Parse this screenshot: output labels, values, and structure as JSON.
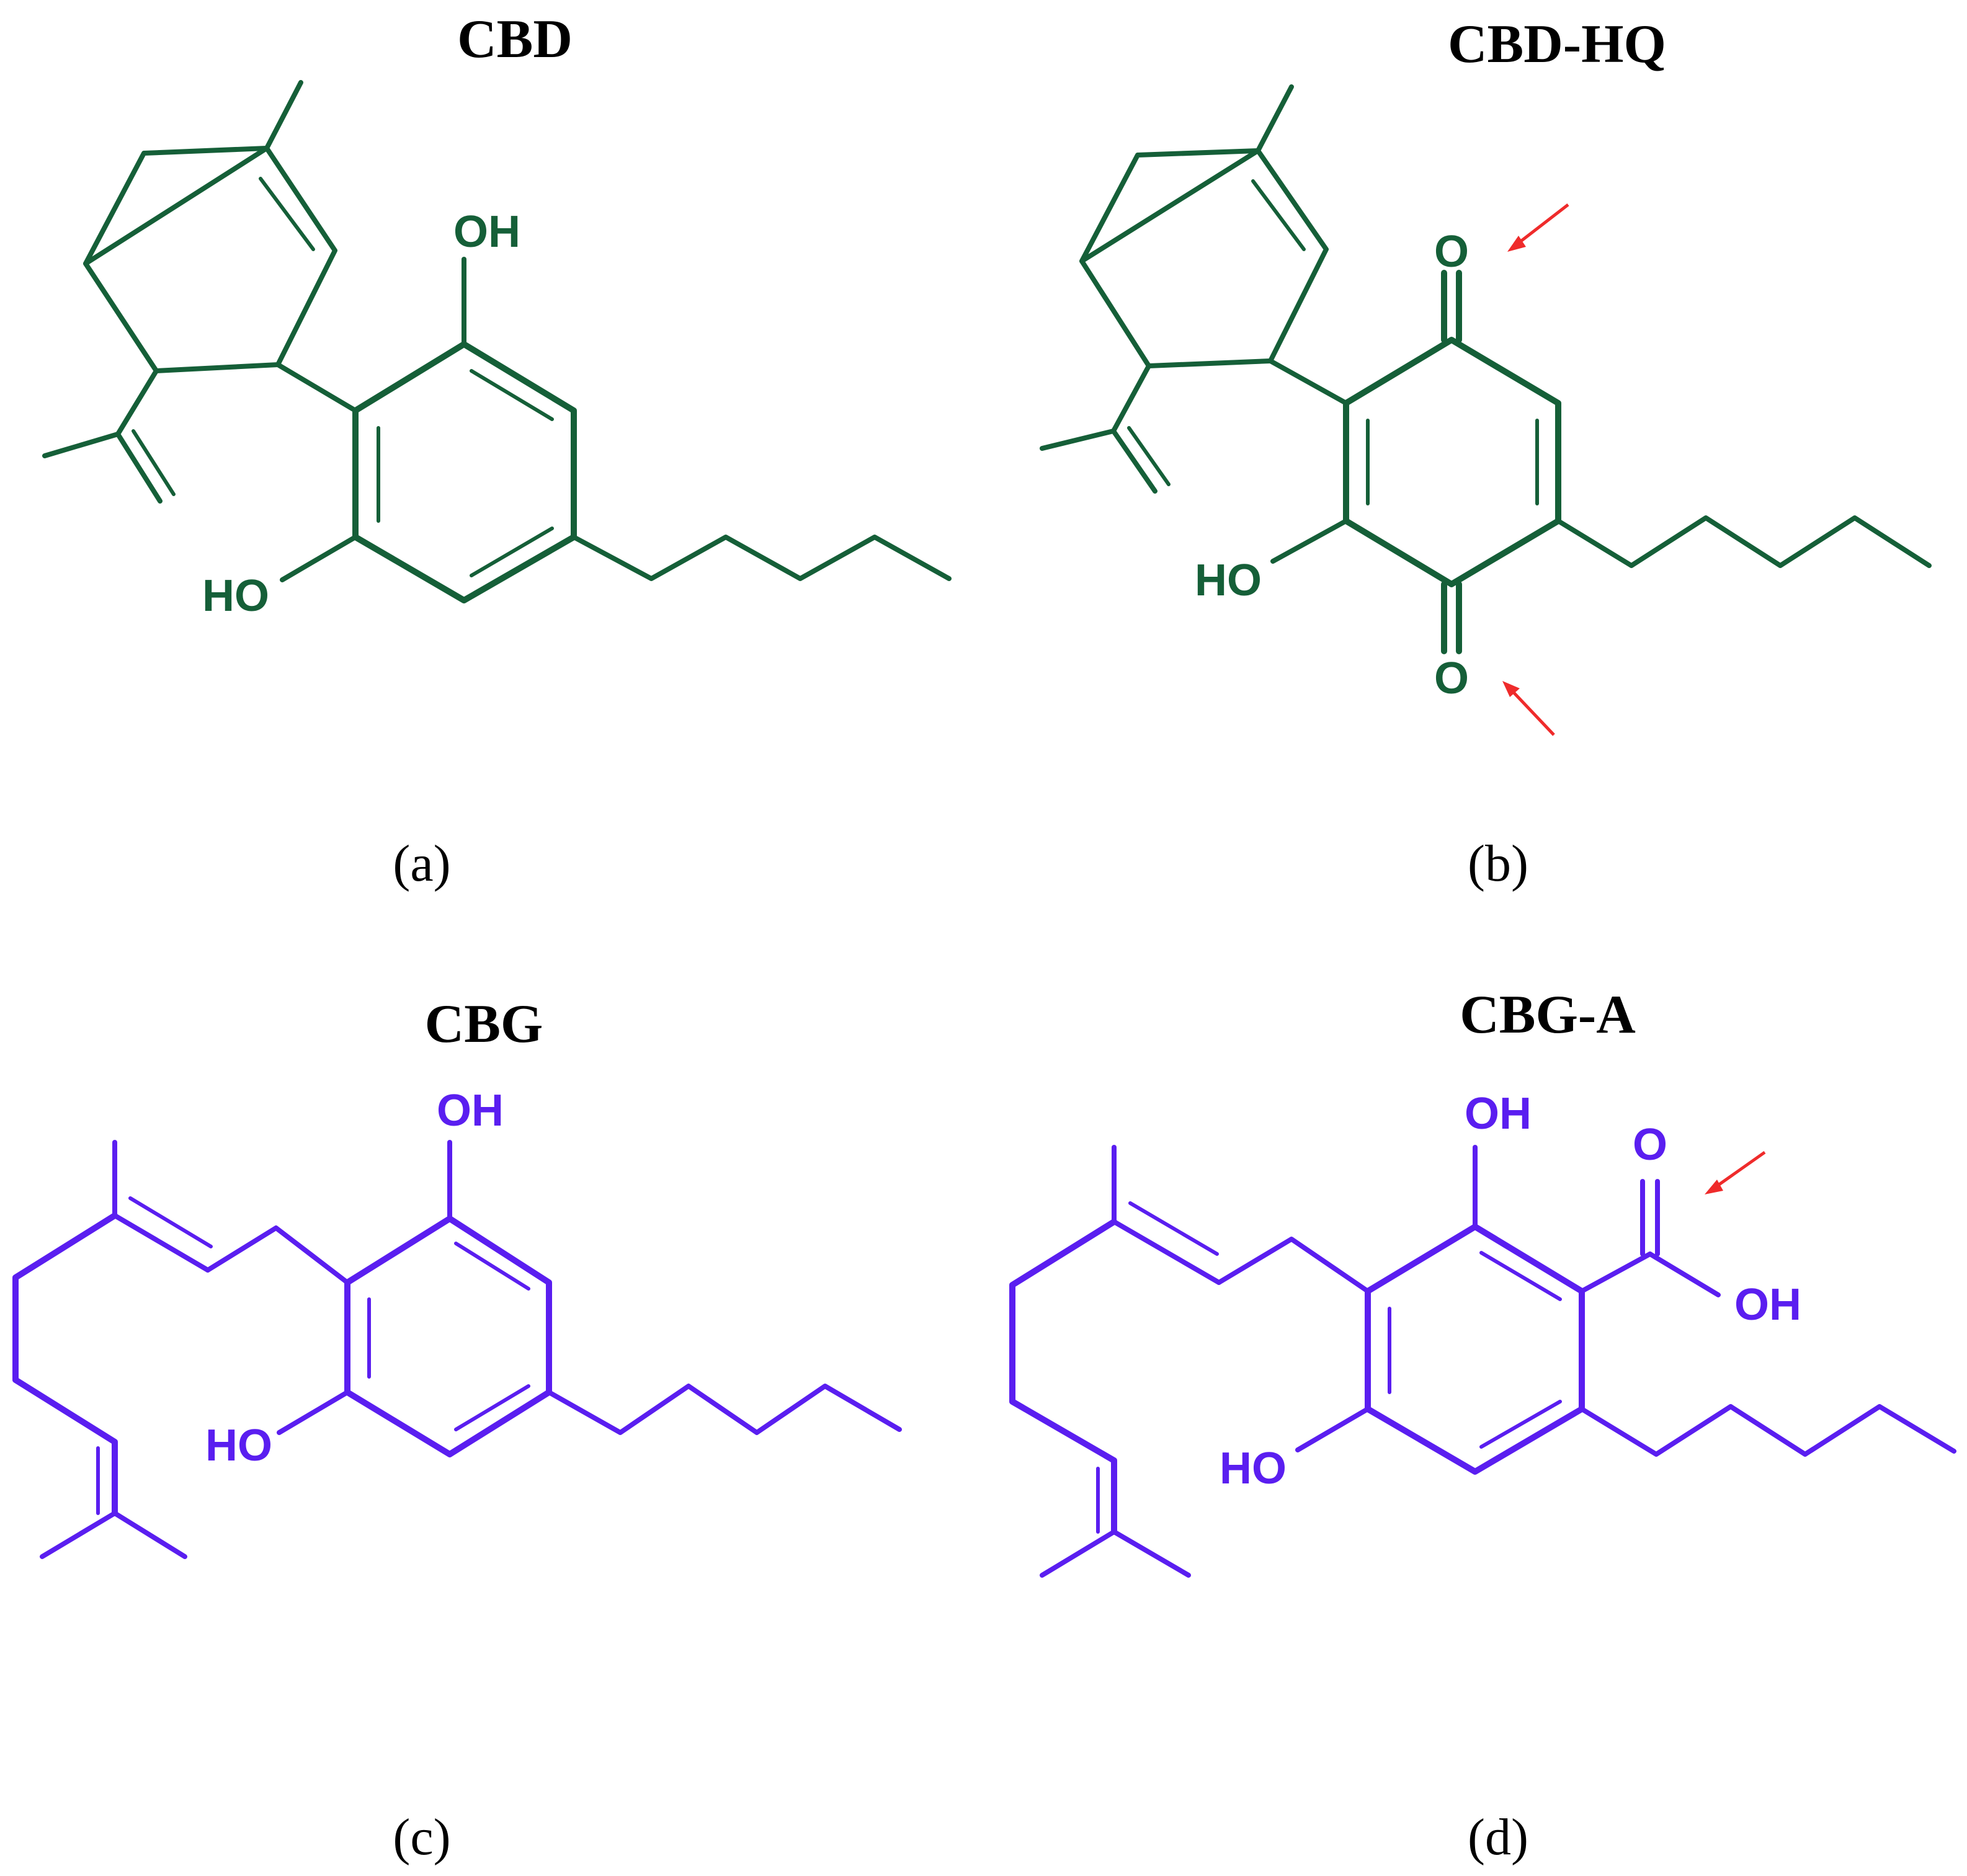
{
  "panels": [
    {
      "id": "a",
      "title": "CBD",
      "caption": "(a)",
      "color": "#155f38",
      "atoms": {
        "oh_top": "OH",
        "ho_left": "HO"
      }
    },
    {
      "id": "b",
      "title": "CBD-HQ",
      "caption": "(b)",
      "color": "#155f38",
      "atoms": {
        "o_top": "O",
        "o_bottom": "O",
        "ho_left": "HO"
      },
      "highlight_arrows": 2
    },
    {
      "id": "c",
      "title": "CBG",
      "caption": "(c)",
      "color": "#5a1ef0",
      "atoms": {
        "oh_top": "OH",
        "ho_left": "HO"
      }
    },
    {
      "id": "d",
      "title": "CBG-A",
      "caption": "(d)",
      "color": "#5a1ef0",
      "atoms": {
        "oh_top": "OH",
        "o_carbonyl": "O",
        "oh_acid": "OH",
        "ho_left": "HO"
      },
      "highlight_arrows": 1,
      "arrow_color": "#ef2b2b"
    }
  ]
}
